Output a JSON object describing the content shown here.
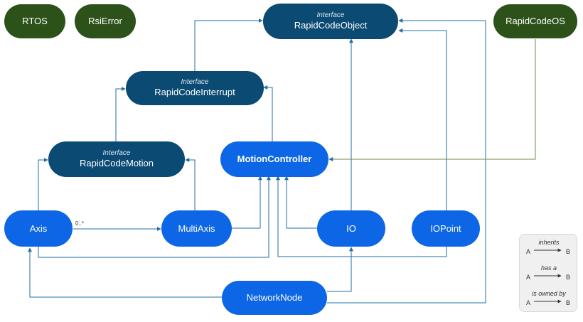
{
  "nodes": {
    "rtos": {
      "label": "RTOS"
    },
    "rsierror": {
      "label": "RsiError"
    },
    "rapidcodeos": {
      "label": "RapidCodeOS"
    },
    "rapidcodeobject": {
      "sub": "Interface",
      "label": "RapidCodeObject"
    },
    "rapidcodeinterrupt": {
      "sub": "Interface",
      "label": "RapidCodeInterrupt"
    },
    "rapidcodemotion": {
      "sub": "Interface",
      "label": "RapidCodeMotion"
    },
    "motioncontroller": {
      "label": "MotionController"
    },
    "axis": {
      "label": "Axis"
    },
    "multiaxis": {
      "label": "MultiAxis"
    },
    "io": {
      "label": "IO"
    },
    "iopoint": {
      "label": "IOPoint"
    },
    "networknode": {
      "label": "NetworkNode"
    }
  },
  "multiplicity": "0..*",
  "legend": {
    "items": [
      {
        "caption": "inherits",
        "a": "A",
        "b": "B"
      },
      {
        "caption": "has a",
        "a": "A",
        "b": "B"
      },
      {
        "caption": "is owned by",
        "a": "A",
        "b": "B"
      }
    ]
  },
  "colors": {
    "external": "#2c521a",
    "interface": "#0a4a73",
    "class": "#0d66e6",
    "inherit_line": "#1f6fa8",
    "owned_line": "#6e8c4a"
  }
}
